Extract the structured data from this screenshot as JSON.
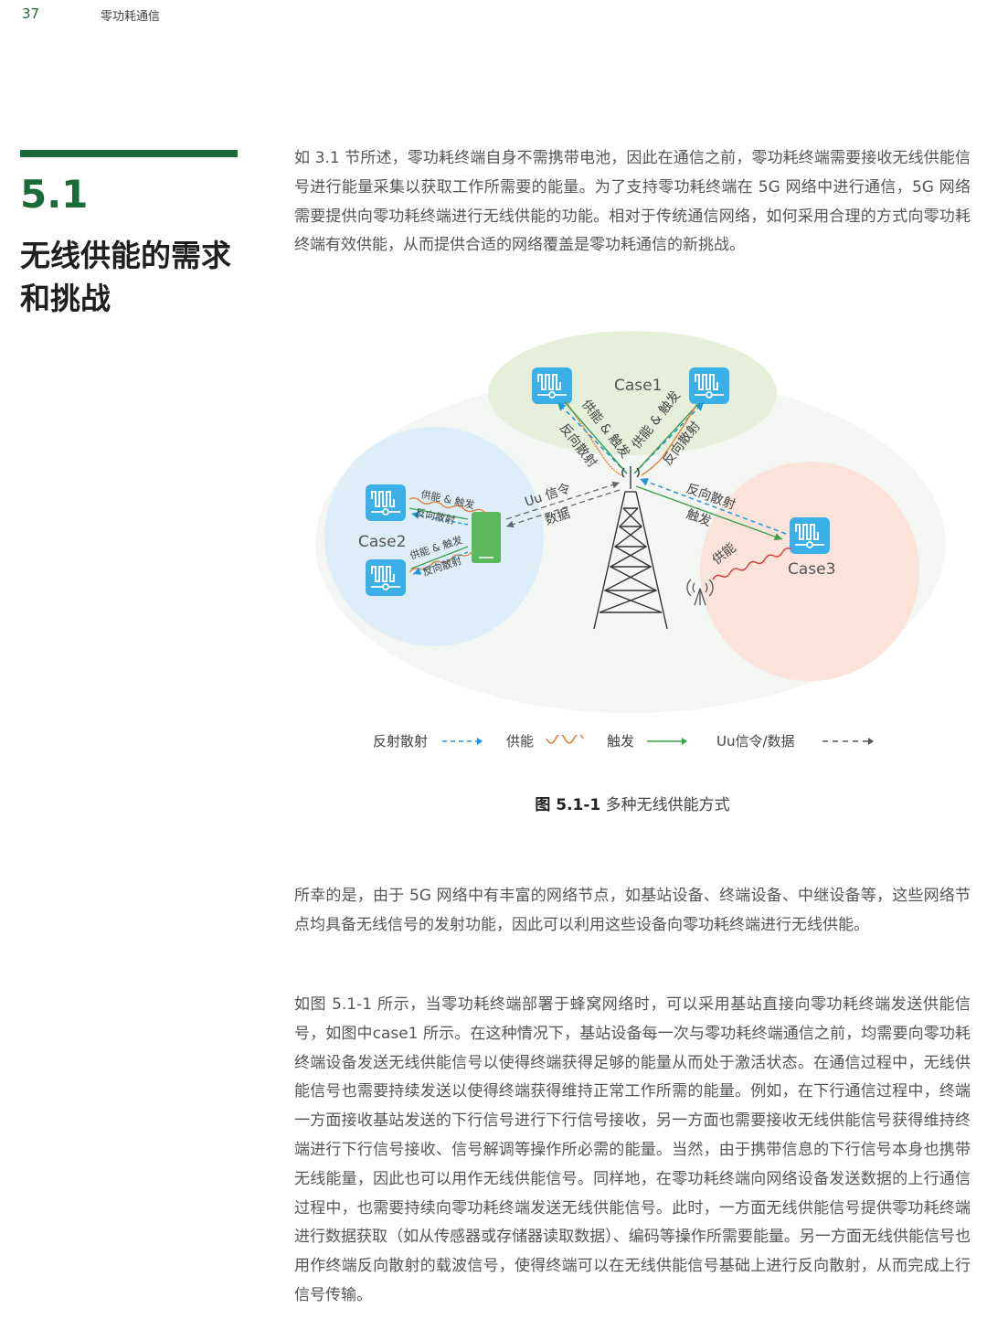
{
  "header": {
    "page_number": "37",
    "running_title": "零功耗通信"
  },
  "section": {
    "number": "5.1",
    "title": "无线供能的需求和挑战"
  },
  "paragraphs": [
    "如 3.1 节所述，零功耗终端自身不需携带电池，因此在通信之前，零功耗终端需要接收无线供能信号进行能量采集以获取工作所需要的能量。为了支持零功耗终端在 5G 网络中进行通信，5G 网络需要提供向零功耗终端进行无线供能的功能。相对于传统通信网络，如何采用合理的方式向零功耗终端有效供能，从而提供合适的网络覆盖是零功耗通信的新挑战。",
    "所幸的是，由于 5G 网络中有丰富的网络节点，如基站设备、终端设备、中继设备等，这些网络节点均具备无线信号的发射功能，因此可以利用这些设备向零功耗终端进行无线供能。",
    "如图 5.1-1 所示，当零功耗终端部署于蜂窝网络时，可以采用基站直接向零功耗终端发送供能信号，如图中case1 所示。在这种情况下，基站设备每一次与零功耗终端通信之前，均需要向零功耗终端设备发送无线供能信号以使得终端获得足够的能量从而处于激活状态。在通信过程中，无线供能信号也需要持续发送以使得终端获得维持正常工作所需的能量。例如，在下行通信过程中，终端一方面接收基站发送的下行信号进行下行信号接收，另一方面也需要接收无线供能信号获得维持终端进行下行信号接收、信号解调等操作所必需的能量。当然，由于携带信息的下行信号本身也携带无线能量，因此也可以用作无线供能信号。同样地，在零功耗终端向网络设备发送数据的上行通信过程中，也需要持续向零功耗终端发送无线供能信号。此时，一方面无线供能信号提供零功耗终端进行数据获取（如从传感器或存储器读取数据）、编码等操作所需要能量。另一方面无线供能信号也用作终端反向散射的载波信号，使得终端可以在无线供能信号基础上进行反向散射，从而完成上行信号传输。"
  ],
  "figure": {
    "case1": "Case1",
    "case2": "Case2",
    "case3": "Case3",
    "power_trigger": "供能 & 触发",
    "backscatter": "反向散射",
    "uu_signaling": "Uu 信令",
    "data": "数据",
    "trigger": "触发",
    "power": "供能"
  },
  "legend": {
    "backscatter": "反射散射",
    "power": "供能",
    "trigger": "触发",
    "uu": "Uu信令/数据"
  },
  "caption": {
    "label": "图 5.1-1",
    "text": " 多种无线供能方式"
  },
  "colors": {
    "brand_green": "#1a6b3a",
    "backscatter_blue": "#2196d8",
    "power_orange": "#e0803a",
    "power_red": "#d23a3a",
    "trigger_green": "#3aa14a",
    "case1_bg": "#e6efda",
    "case2_bg": "#ddeef8",
    "case3_bg": "#fbe3da",
    "device_icon": "#3ab0e6"
  }
}
